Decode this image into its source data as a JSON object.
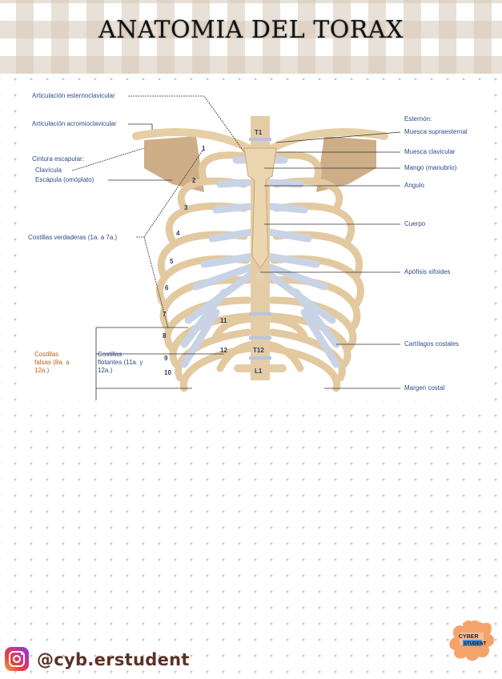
{
  "header": {
    "title": "ANATOMIA DEL TORAX"
  },
  "diagram": {
    "labels_left": [
      {
        "id": "art-esternoclavicular",
        "text": "Articulación esternoclavicular"
      },
      {
        "id": "art-acromioclavicular",
        "text": "Articulación acromioclavicular"
      },
      {
        "id": "cintura-escapular",
        "text": "Cintura escapular:"
      },
      {
        "id": "clavicula",
        "text": "Clavícula"
      },
      {
        "id": "escapula",
        "text": "Escápula (omóplato)"
      },
      {
        "id": "costillas-verdaderas",
        "text": "Costillas verdaderas (1a. a 7a.)"
      },
      {
        "id": "costillas-falsas",
        "text": "Costillas falsas (8a. a 12a.)"
      },
      {
        "id": "costillas-flotantes",
        "text": "Costillas flotantes (11a. y 12a.)"
      }
    ],
    "labels_right": [
      {
        "id": "esternon",
        "text": "Esternón:"
      },
      {
        "id": "muesca-supraesternal",
        "text": "Muesca supraesternal"
      },
      {
        "id": "muesca-clavicular",
        "text": "Muesca clavicular"
      },
      {
        "id": "mango",
        "text": "Mango (manubrio)"
      },
      {
        "id": "angulo",
        "text": "Ángulo"
      },
      {
        "id": "cuerpo",
        "text": "Cuerpo"
      },
      {
        "id": "apofisis-xifoides",
        "text": "Apófisis xifoides"
      },
      {
        "id": "cartilagos-costales",
        "text": "Cartílagos costales"
      },
      {
        "id": "margen-costal",
        "text": "Margen costal"
      }
    ],
    "rib_numbers": [
      "1",
      "2",
      "3",
      "4",
      "5",
      "6",
      "7",
      "8",
      "9",
      "10",
      "11",
      "12"
    ],
    "vertebra_labels": {
      "top": "T1",
      "lower": "T12",
      "lumbar": "L1"
    },
    "colors": {
      "bone": "#e8d2ad",
      "bone_shadow": "#b89268",
      "cartilage": "#c9d3e6",
      "label_blue": "#2e4a8a",
      "label_orange": "#b7621f"
    }
  },
  "footer": {
    "social_icon": "instagram-icon",
    "handle": "@cyb.erstudent",
    "logo_text": "CYBER STUDENT"
  }
}
